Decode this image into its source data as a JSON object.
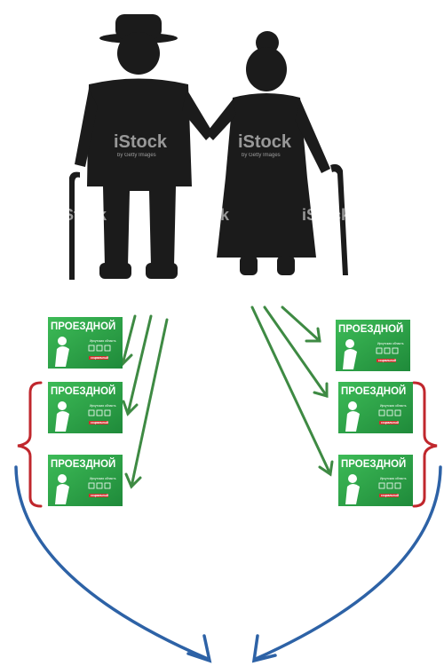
{
  "illustration": {
    "watermark_brand": "iStock",
    "watermark_sub": "by Getty Images"
  },
  "pass_card": {
    "title": "ПРОЕЗДНОЙ",
    "region": "Иркутская область",
    "badge": "социальный",
    "colors": {
      "bg_dark": "#1f8a3a",
      "bg_light": "#3dbb57",
      "stripe": "#d0312d"
    }
  },
  "colors": {
    "figure": "#1b1b1b",
    "green_arrow": "#3e8a43",
    "red_bracket": "#c0272d",
    "blue_arrow": "#2d62a6"
  }
}
